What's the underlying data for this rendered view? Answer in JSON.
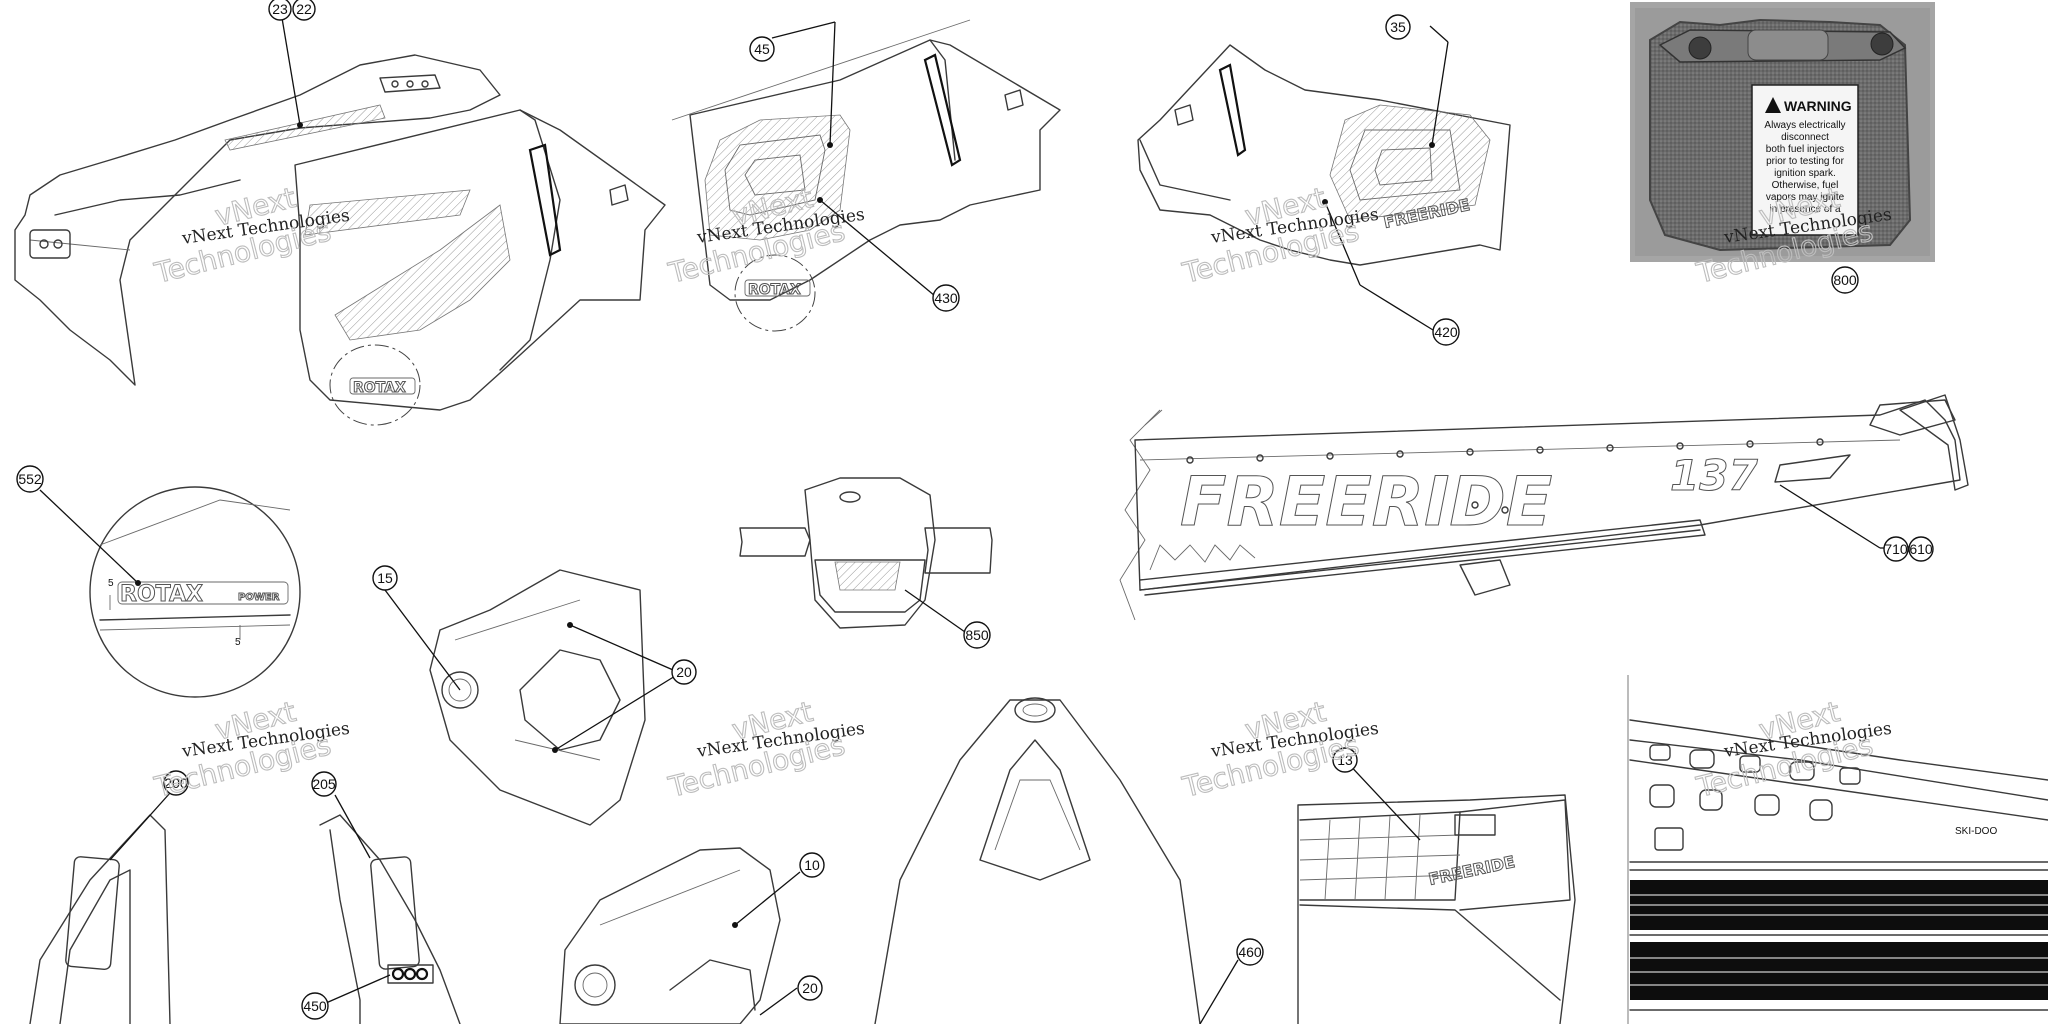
{
  "callouts": {
    "c23": "23",
    "c22": "22",
    "c45": "45",
    "c35": "35",
    "c430": "430",
    "c420": "420",
    "c800": "800",
    "c552": "552",
    "c15": "15",
    "c20a": "20",
    "c850": "850",
    "c710": "710",
    "c610": "610",
    "c200": "200",
    "c205": "205",
    "c450": "450",
    "c10": "10",
    "c20b": "20",
    "c460": "460",
    "c13": "13"
  },
  "watermark": {
    "line1": "vNext Technologies",
    "line2": "Technologies",
    "line2_alt": "vNext"
  },
  "warning_label": {
    "title": "WARNING",
    "lines": [
      "Always electrically",
      "disconnect",
      "both fuel injectors",
      "prior to testing for",
      "ignition spark.",
      "Otherwise, fuel",
      "vapors may ignite",
      "in presence of a"
    ]
  },
  "decals": {
    "rotax": "ROTAX",
    "rotax_power": "POWER",
    "freeride": "FREERIDE",
    "freeride_large": "FREERIDE",
    "model_code": "137",
    "ski_doo": "SKI-DOO"
  },
  "dimensions": {
    "d1": "5",
    "d2": "5"
  }
}
